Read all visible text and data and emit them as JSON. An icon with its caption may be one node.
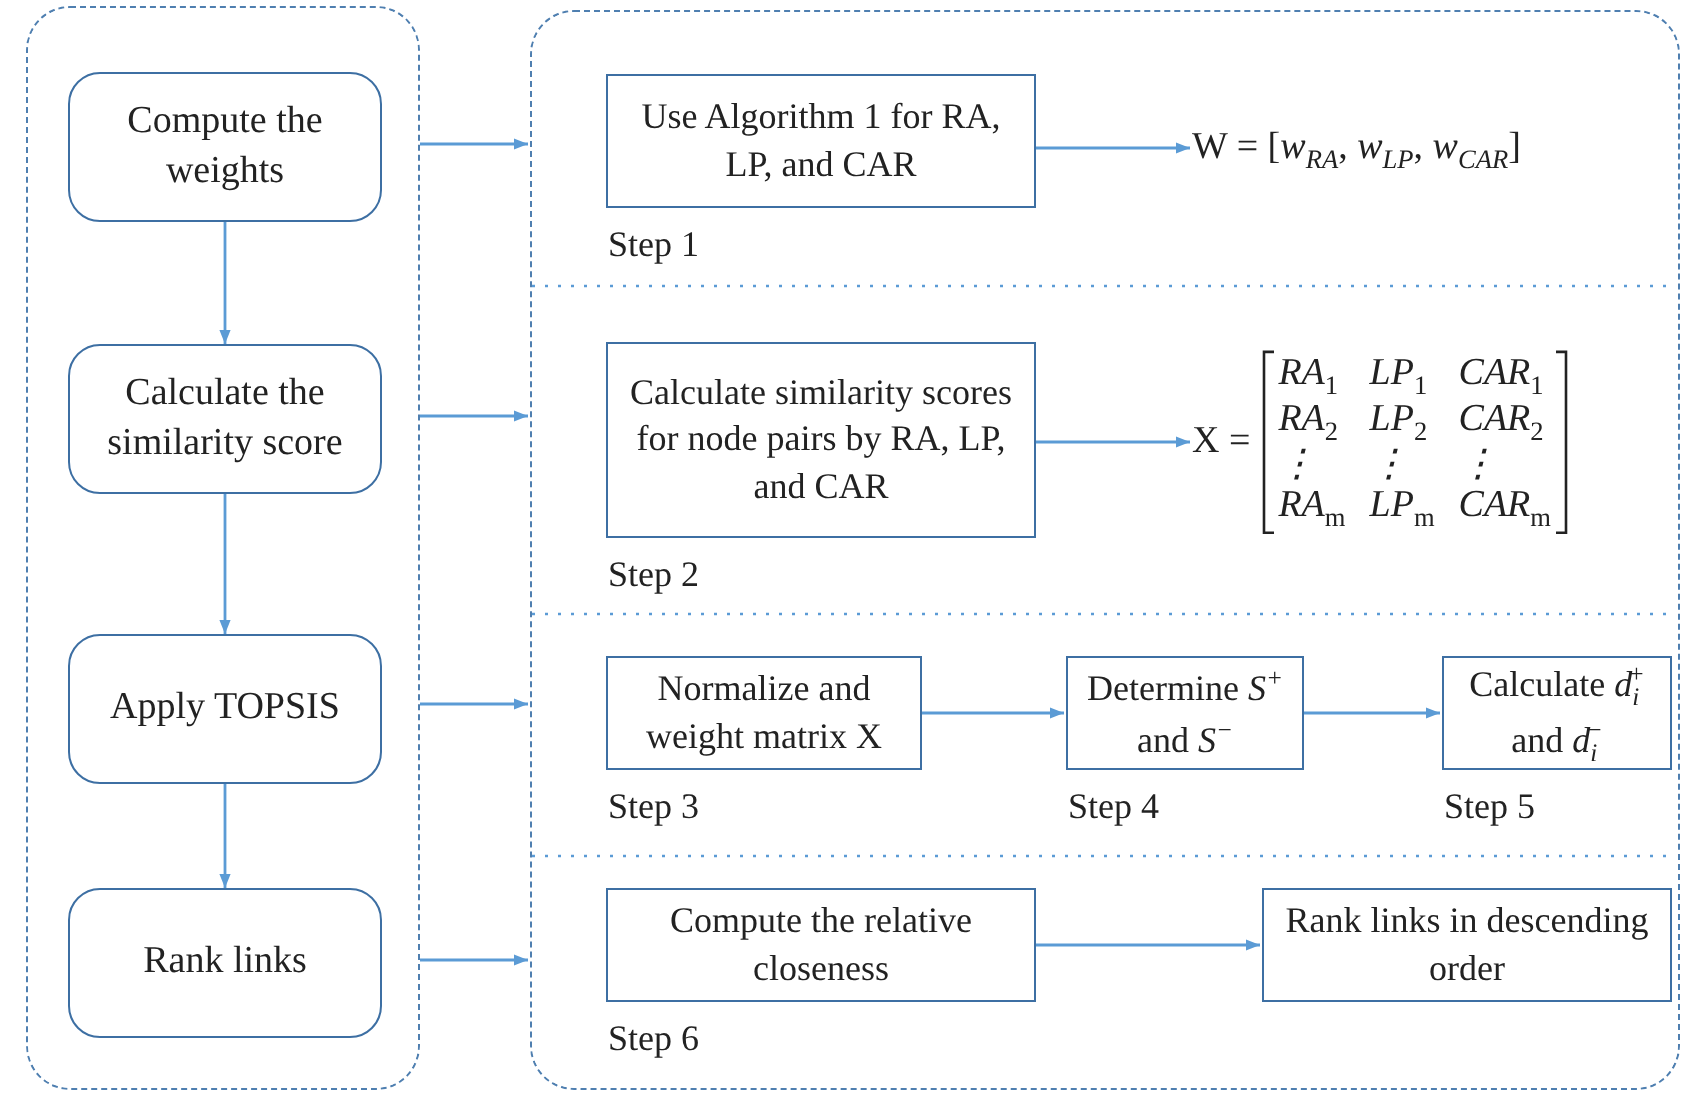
{
  "diagram": {
    "nodes": [
      {
        "text": [],
        "shape": "box"
      },
      {
        "text": [
          "Compute the weights"
        ],
        "in": 0
      },
      {
        "text": [
          "Calculate the similarity score"
        ],
        "in": 0
      },
      {
        "text": [
          "Apply TOPSIS"
        ],
        "in": 0
      },
      {
        "text": [
          "Rank links"
        ],
        "in": 0
      },
      {
        "text": [],
        "shape": "box"
      },
      {
        "text": [
          "Use Algorithm 1 for RA, LP, and CAR"
        ],
        "beside": [
          "Step 1"
        ],
        "in": 5
      },
      {
        "text": [
          "W = [*w*$_{RA}$, *w*$_{LP}$, *w*$_{CAR}$]"
        ],
        "in": 5
      },
      {
        "text": [
          "Calculate similarity scores for node pairs by RA, LP, and CAR"
        ],
        "beside": [
          "Step 2"
        ],
        "in": 5
      },
      {
        "text": [
          "X =",
          "RA$_{1}$",
          "LP$_{1}$",
          "CAR$_{1}$",
          "RA$_{2}$",
          "LP$_{2}$",
          "CAR$_{2}$",
          "⋮",
          "⋮",
          "⋮",
          "RA$_{m}$",
          "LP$_{m}$",
          "CAR$_{m}$"
        ],
        "in": 5
      },
      {
        "text": [
          "Normalize and weight matrix X"
        ],
        "beside": [
          "Step 3"
        ],
        "in": 5
      },
      {
        "text": [
          "Determine *S*$^{+}$ and *S*$^{−}$"
        ],
        "beside": [
          "Step 4"
        ],
        "in": 5
      },
      {
        "text": [
          "Calculate *d*$_{i}$$^{+}$ and *d*$_{i}$$^{−}$"
        ],
        "beside": [
          "Step 5"
        ],
        "in": 5
      },
      {
        "text": [
          "Compute the relative closeness"
        ],
        "beside": [
          "Step 6"
        ],
        "in": 5
      },
      {
        "text": [
          "Rank links in descending order"
        ],
        "in": 5
      }
    ],
    "edges": [
      {
        "from": 1,
        "to": 2,
        "arrow": "to"
      },
      {
        "from": 2,
        "to": 3,
        "arrow": "to"
      },
      {
        "from": 3,
        "to": 4,
        "arrow": "to"
      },
      {
        "from": 0,
        "to": 5,
        "arrow": "to"
      },
      {
        "from": 0,
        "to": 5,
        "arrow": "to"
      },
      {
        "from": 0,
        "to": 5,
        "arrow": "to"
      },
      {
        "from": 0,
        "to": 5,
        "arrow": "to"
      },
      {
        "from": 6,
        "to": 7,
        "arrow": "to"
      },
      {
        "from": 8,
        "to": 9,
        "arrow": "to"
      },
      {
        "from": 10,
        "to": 11,
        "arrow": "to"
      },
      {
        "from": 11,
        "to": 12,
        "arrow": "to"
      },
      {
        "from": 13,
        "to": 14,
        "arrow": "to"
      }
    ]
  }
}
